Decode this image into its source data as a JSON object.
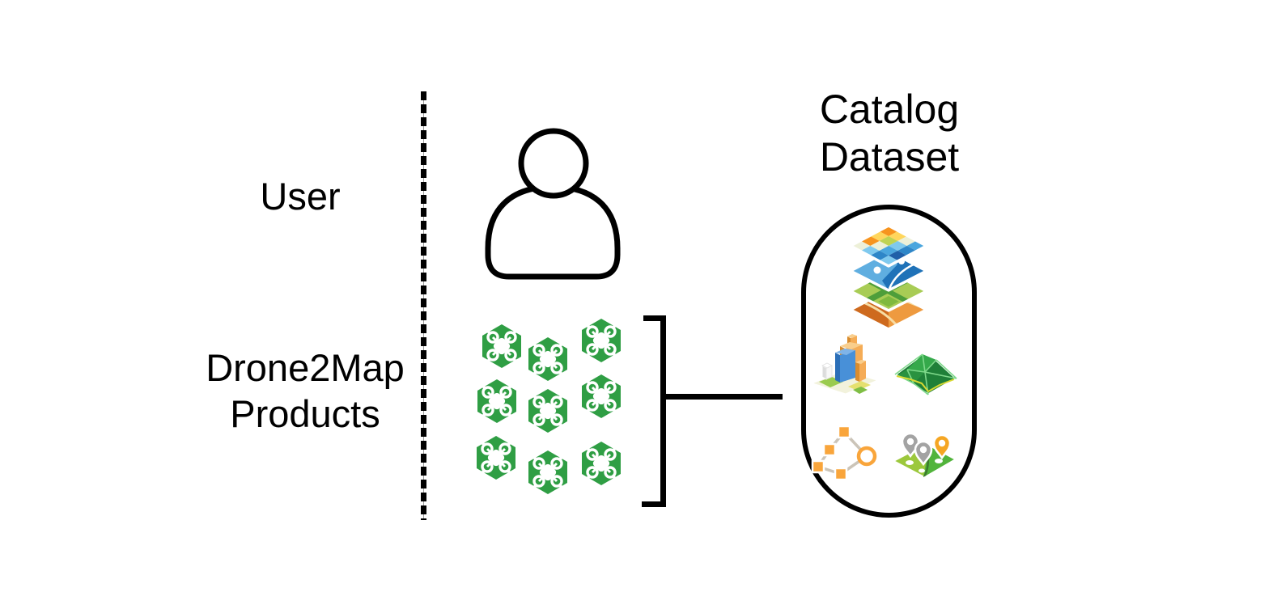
{
  "diagram": {
    "user": {
      "label": "User"
    },
    "products": {
      "label_line1": "Drone2Map",
      "label_line2": "Products",
      "drone_count": 9,
      "drone_icon": "drone-hexagon-icon"
    },
    "catalog": {
      "title_line1": "Catalog",
      "title_line2": "Dataset",
      "icons": [
        "layers-stack-icon",
        "buildings-3d-icon",
        "tin-terrain-icon",
        "network-graph-icon",
        "map-pins-icon"
      ]
    },
    "colors": {
      "drone_green": "#2f9e44",
      "outline_black": "#000000",
      "layer_orange": "#f7941e",
      "layer_yellow": "#ffd65c",
      "layer_blue": "#2e86c8",
      "layer_green": "#a8cc55",
      "node_orange": "#f9a53b",
      "map_green_light": "#9cc83c",
      "map_green_dark": "#4fa03a",
      "pin_gray": "#a3a3a3",
      "pin_orange": "#f5a623"
    }
  }
}
